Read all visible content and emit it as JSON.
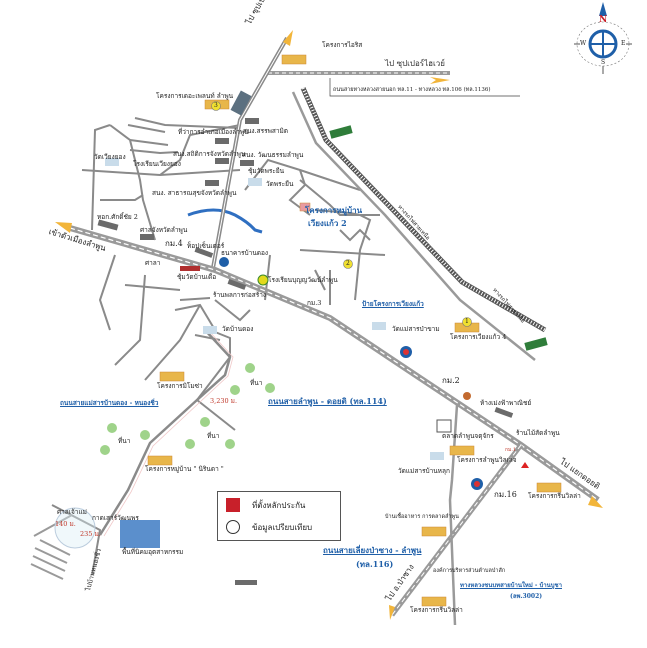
{
  "compass": {
    "n": "N",
    "s": "S",
    "e": "E",
    "w": "W"
  },
  "legend": {
    "collateral_label": "ที่ตั้งหลักประกัน",
    "comparable_label": "ข้อมูลเปรียบเทียบ",
    "collateral_color": "#c8202a"
  },
  "roads": {
    "to_superhighway_top": "ไป ซุปเปอร์ไฮเวย์",
    "to_superhighway_north": "ไป ซุปเปอร์ไฮเวย์",
    "outer_road": "ถนนสายทางหลวงสายนอก ทล.11 - ทางหลวง ทล.106 (ทล.1136)",
    "to_city": "เข้าตัวเมืองลำพูน",
    "railway_1": "ทางรถไฟสายเหนือ",
    "railway_2": "ทางรถไฟสายเหนือ",
    "road_114": "ถนนสายลำพูน - ดอยติ (ทล.114)",
    "road_nongchio": "ถนนสายแม่สารบ้านดอง - หนองชิ่ว",
    "road_116_line1": "ถนนสายเลี่ยงป่าซาง - ลำพูน",
    "road_116_line2": "(ทล.116)",
    "road_3002_line1": "ทางหลวงชนบทสายบ้านใหม่ - บ้านบูชา",
    "road_3002_line2": "(ลพ.3002)",
    "to_doiti": "ไป แยกดอยติ",
    "to_pasang": "ไป อ.ป่าซาง",
    "to_nongchio": "ไปบ้านหนองชิ่ว"
  },
  "places": {
    "iris": "โครงการไอริส",
    "plant": "โครงการเดอะเพลนท์ ลำพูน",
    "district_office": "ที่ว่าการอำเภอเมืองลำพูน",
    "excise": "สนง.สรรพสามิต",
    "statistics": "สนง.สถิติการจังหวัดลำพูน",
    "culture": "สนง. วัฒนธรรมลำพูน",
    "wat_wiangyong": "วัดเวียงยอง",
    "school_wiangyong": "โรงเรียนเวียงยอง",
    "chum_phrayuen": "ชุ้มวัดพระยืน",
    "wat_phrayuen": "วัดพระยืน",
    "health_office": "สนง. สาธารณสุขจังหวัดลำพูน",
    "wiangkaew2_line1": "โครงการหมู่บ้าน",
    "wiangkaew2_line2": "เวียงแก้ว 2",
    "dorm": "หอก.ศักดิ์ชัย 2",
    "court": "ศาลจังหวัดลำพูน",
    "km4": "กม.4",
    "top_center": "ท็อปเซ็นเตอร์",
    "bank_bandong": "ธนาคารบ้านดอง",
    "sala": "ศาลา",
    "chum_bandue": "ชุ้มวัดบ้านเดื่อ",
    "school_boonyawat": "โรงเรียนบุญญวัฒน์ลำพูน",
    "construction": "ร้านพลการก่อสร้าง",
    "km3": "กม.3",
    "wat_bandong": "วัดบ้านดอง",
    "sign_wiangkaew": "ป้ายโครงการเวียงแก้ว",
    "wat_maesan_bandon": "วัดแม่สารป่าขาม",
    "wiangkaew4": "โครงการเวียงแก้ว 4",
    "km2": "กม.2",
    "warehouse": "ห้างเม่งฟ้าพาณิชย์",
    "market": "ตลาดลำพูนจตุจักร",
    "woodshop": "ร้านไม้สัดลำพูน",
    "lamphun_project": "โครงการลำพูนวิลเลจ",
    "km1": "กม.1",
    "wat_maesan_banhuk": "วัดแม่สารบ้านหลุก",
    "km16": "กม.16",
    "green_village_1": "โครงการกรีนวิลล่า",
    "restaurant": "บ้านเชื้ออาหาร การตลาดลำพูน",
    "tao_pasak": "องค์การบริหารส่วนตำบลป่าสัก",
    "green_village_2": "โครงการกรีนวิลล่า",
    "mimosa": "โครงการมิโมซ่า",
    "nirinda": "โครงการหมู่บ้าน \" นิรินดา \"",
    "ricefield_1": "ที่นา",
    "ricefield_2": "ที่นา",
    "ricefield_3": "ที่นา",
    "distance_main": "3,230 ม.",
    "sanmahaphon": "ศาลเจ้าแม่",
    "gas_station": "กาดเสาร์วัฒนพร",
    "dist_140": "140 ม.",
    "dist_235": "235 ม.",
    "industrial_estate": "พื้นที่นิคมอุตสาหกรรม",
    "marker_1": "1",
    "marker_2": "2",
    "marker_3": "3"
  }
}
